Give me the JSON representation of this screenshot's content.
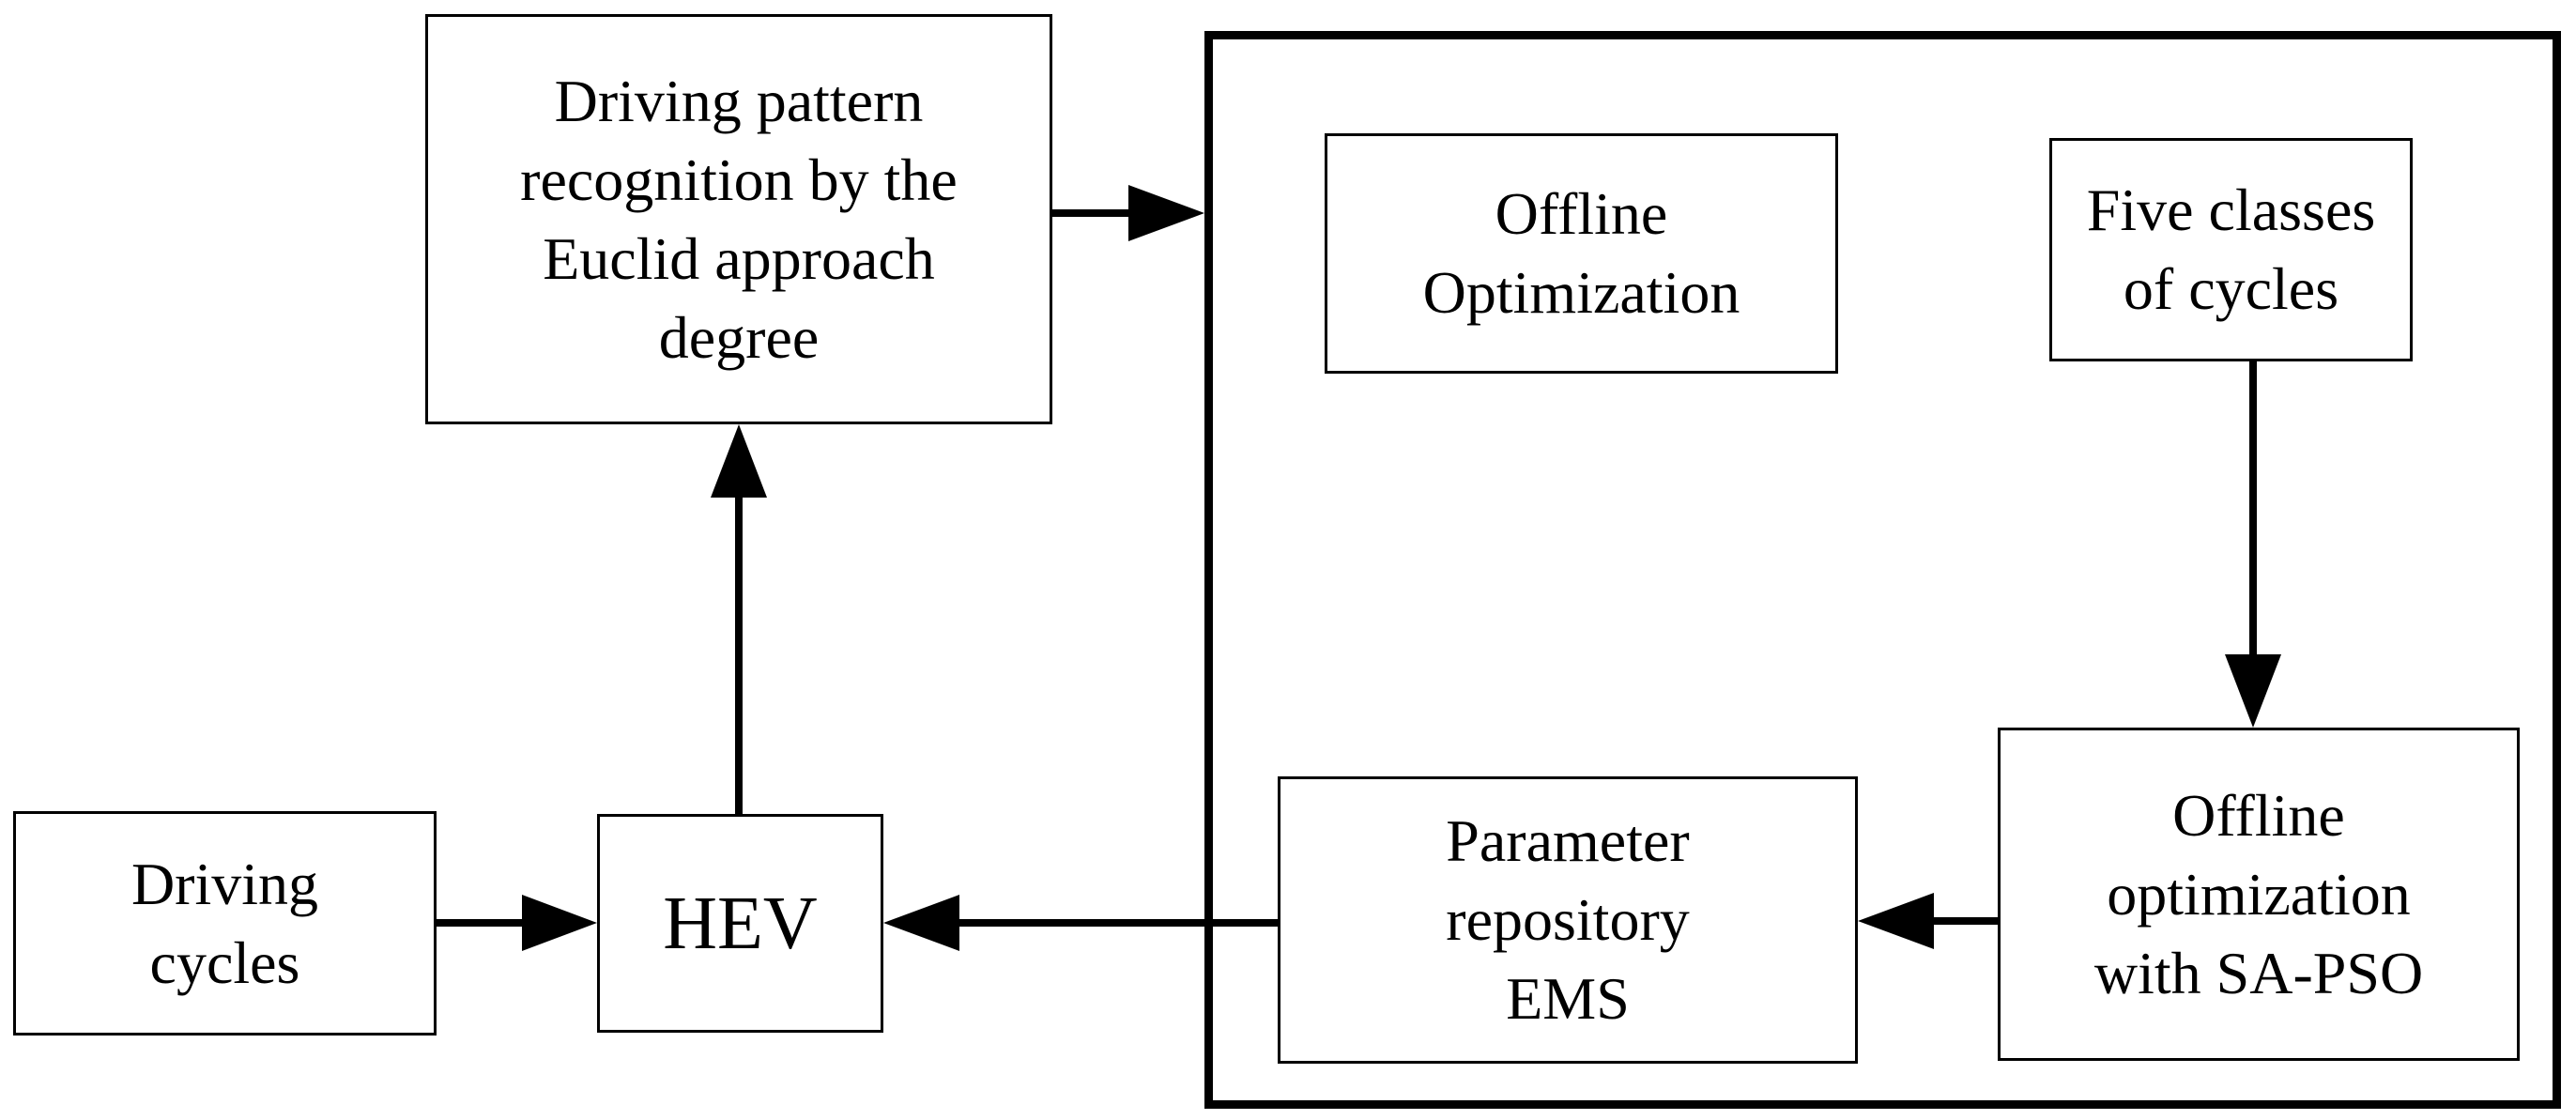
{
  "diagram": {
    "nodes": {
      "pattern_recognition": "Driving pattern\nrecognition by the\nEuclid approach\ndegree",
      "offline_optimization_title": "Offline\nOptimization",
      "five_classes": "Five classes\nof cycles",
      "driving_cycles": "Driving\ncycles",
      "hev": "HEV",
      "parameter_repository": "Parameter\nrepository\nEMS",
      "offline_sa_pso": "Offline\noptimization\nwith SA-PSO"
    },
    "edges": [
      {
        "from": "driving_cycles",
        "to": "hev"
      },
      {
        "from": "hev",
        "to": "pattern_recognition"
      },
      {
        "from": "pattern_recognition",
        "to": "offline_optimization_group"
      },
      {
        "from": "five_classes",
        "to": "offline_sa_pso"
      },
      {
        "from": "offline_sa_pso",
        "to": "parameter_repository"
      },
      {
        "from": "parameter_repository",
        "to": "hev"
      }
    ],
    "colors": {
      "stroke": "#000000",
      "background": "#ffffff"
    }
  }
}
